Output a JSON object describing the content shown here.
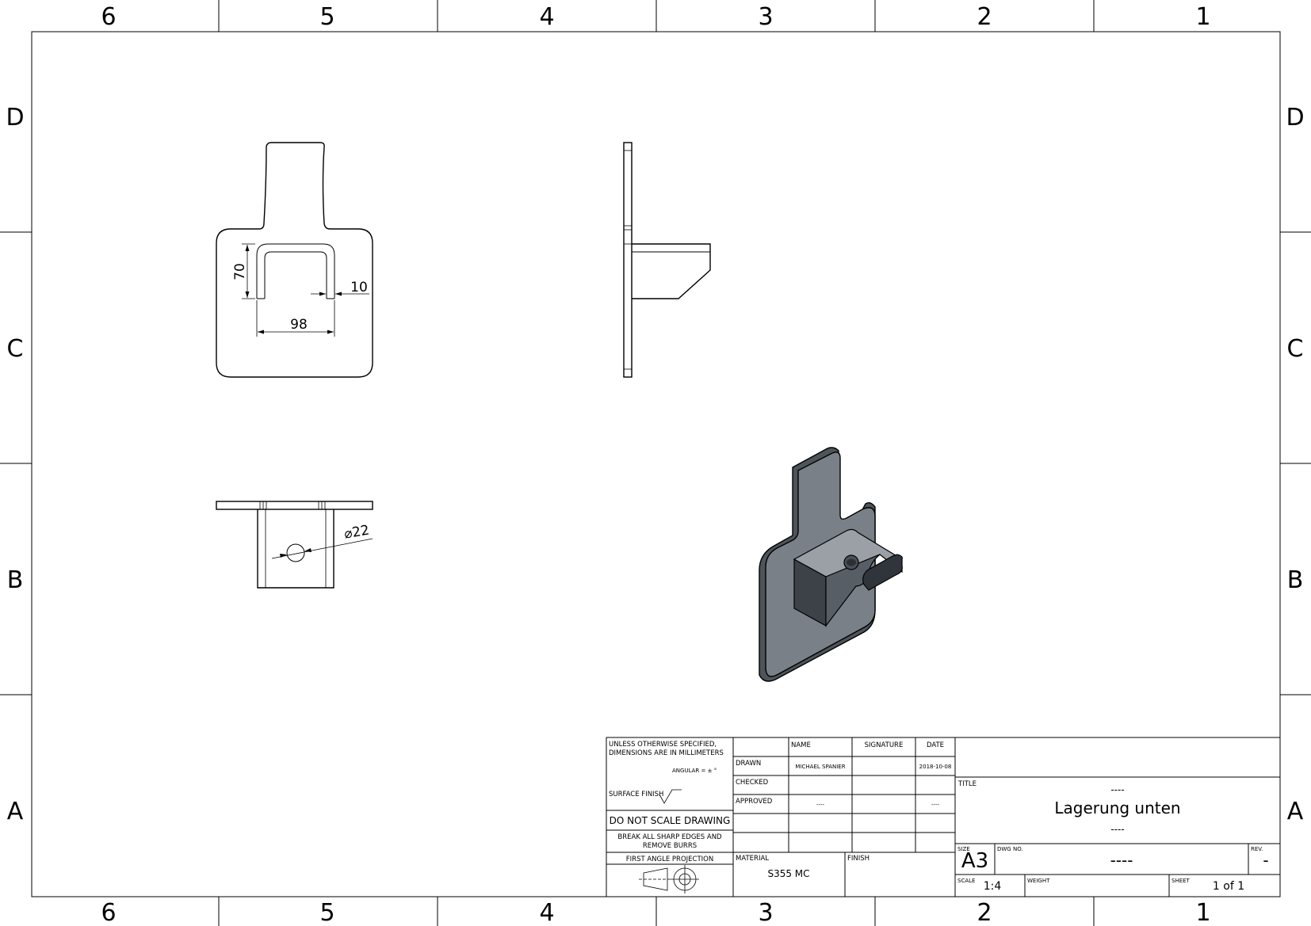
{
  "zones": {
    "columns": [
      "6",
      "5",
      "4",
      "3",
      "2",
      "1"
    ],
    "rows": [
      "D",
      "C",
      "B",
      "A"
    ]
  },
  "dimensions": {
    "height": "70",
    "width": "98",
    "slot": "10",
    "hole": "⌀22"
  },
  "notes": {
    "line1": "UNLESS OTHERWISE SPECIFIED,",
    "line2": "DIMENSIONS ARE IN MILLIMETERS",
    "angular": "ANGULAR = ± °",
    "surface_finish": "SURFACE FINISH",
    "do_not_scale": "DO NOT SCALE DRAWING",
    "break_edges_1": "BREAK ALL SHARP EDGES AND",
    "break_edges_2": "REMOVE BURRS",
    "projection": "FIRST ANGLE PROJECTION"
  },
  "approvals": {
    "headers": {
      "name": "NAME",
      "signature": "SIGNATURE",
      "date": "DATE"
    },
    "drawn": {
      "label": "DRAWN",
      "name": "MICHAEL SPANIER",
      "date": "2018-10-08"
    },
    "checked": {
      "label": "CHECKED"
    },
    "approved": {
      "label": "APPROVED",
      "name": "----",
      "date": "----"
    }
  },
  "material": {
    "label": "MATERIAL",
    "value": "S355 MC"
  },
  "finish": {
    "label": "FINISH"
  },
  "title_block": {
    "title_label": "TITLE",
    "title_line1": "----",
    "title_main": "Lagerung unten",
    "title_line3": "----",
    "size_label": "SIZE",
    "size": "A3",
    "dwg_label": "DWG NO.",
    "dwg_no": "----",
    "rev_label": "REV.",
    "rev": "-",
    "scale_label": "SCALE",
    "scale": "1:4",
    "weight_label": "WEIGHT",
    "sheet_label": "SHEET",
    "sheet": "1 of 1"
  }
}
